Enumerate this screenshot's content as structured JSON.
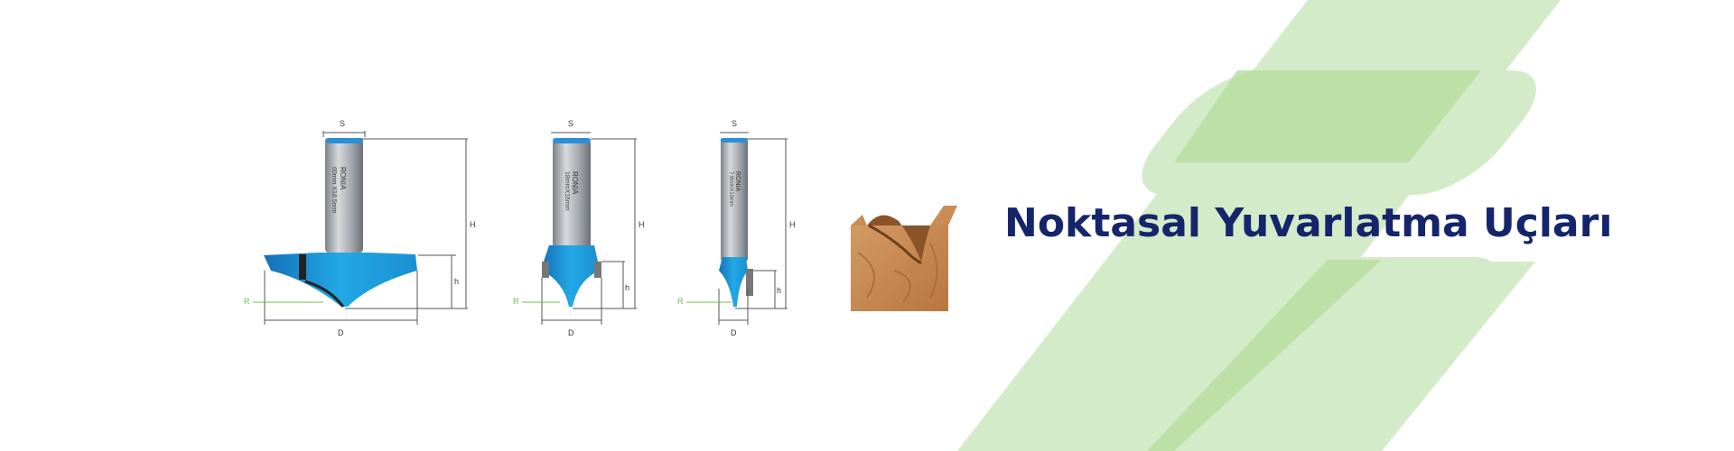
{
  "banner": {
    "title": "Noktasal Yuvarlatma Uçları",
    "colors": {
      "title": "#15256b",
      "green_light": "#d4ebc9",
      "green_mid": "#b6dd9e",
      "bit_blue": "#1fa3e0",
      "dim_line": "#555555",
      "radius_green": "#6cc04a"
    }
  },
  "bits": [
    {
      "engraving_brand": "RONIA",
      "engraving_size": "60mm X18.5mm",
      "labels": {
        "s": "S",
        "h_total": "H",
        "h_cut": "h",
        "r": "R",
        "d": "D"
      }
    },
    {
      "engraving_brand": "RONIA",
      "engraving_size": "18mmX16mm",
      "labels": {
        "s": "S",
        "h_total": "H",
        "h_cut": "h",
        "r": "R",
        "d": "D"
      }
    },
    {
      "engraving_brand": "RONIA",
      "engraving_size": "7.9mmX10mm",
      "labels": {
        "s": "S",
        "h_total": "H",
        "h_cut": "h",
        "r": "R",
        "d": "D"
      }
    }
  ]
}
